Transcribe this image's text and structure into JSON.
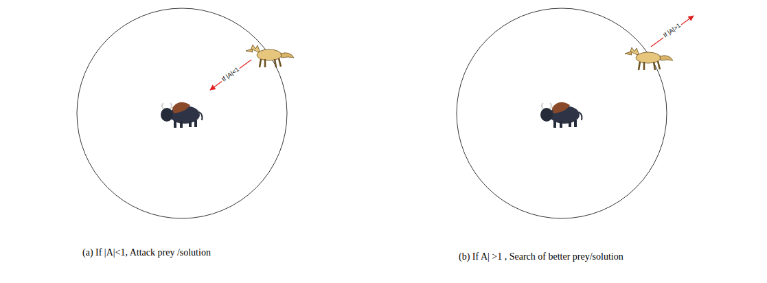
{
  "diagram": {
    "labels": [
      "If |A|<1",
      "If |A|>1",
      "(a) If |A|<1, Attack prey /solution",
      "(b) If A| >1 , Search of better prey/solution"
    ]
  }
}
